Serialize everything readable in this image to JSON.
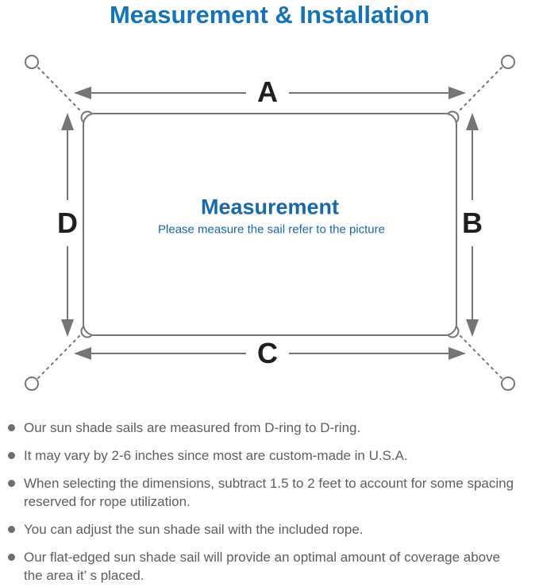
{
  "page": {
    "title": "Measurement & Installation"
  },
  "diagram": {
    "labels": {
      "top": "A",
      "right": "B",
      "bottom": "C",
      "left": "D"
    },
    "center_title": "Measurement",
    "center_subtitle": "Please measure the sail refer to the picture"
  },
  "notes": [
    {
      "text": "Our sun shade sails are measured from D-ring to D-ring."
    },
    {
      "text": "It may vary by 2-6 inches since most are custom-made in U.S.A."
    },
    {
      "text": "When selecting the dimensions, subtract 1.5 to 2 feet to account for some spacing reserved for rope utilization."
    },
    {
      "text": "You can adjust the sun shade sail with the included rope."
    },
    {
      "text": "Our flat-edged sun shade sail will provide an optimal amount of coverage above the area it’ s placed."
    }
  ],
  "colors": {
    "title_blue": "#1274bd",
    "center_blue": "#1668b0",
    "line_gray": "#757575",
    "label_black": "#1f1f1f",
    "text_gray": "#5e5e5e",
    "bullet_gray": "#6e6e6e",
    "background": "#ffffff"
  }
}
